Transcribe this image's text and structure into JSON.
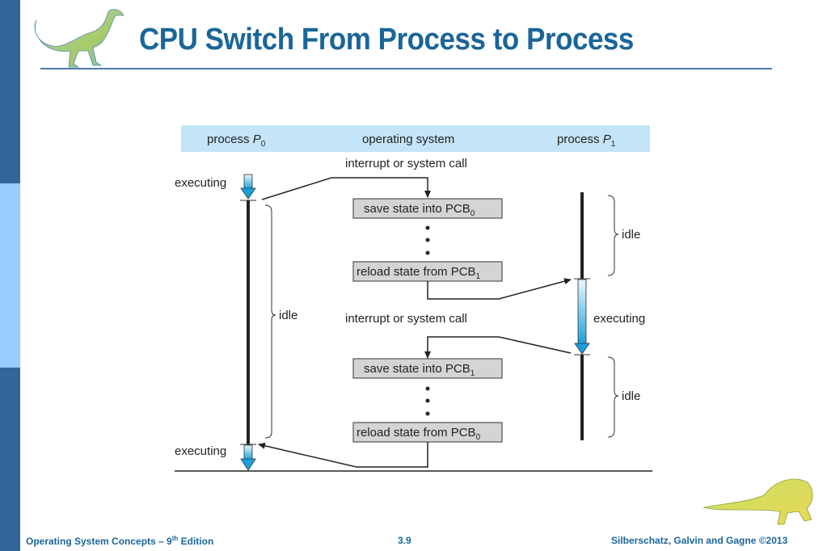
{
  "slide": {
    "title": "CPU Switch From Process to Process",
    "footer_left": "Operating System Concepts – 9",
    "footer_left_sup": "th",
    "footer_left_tail": " Edition",
    "page_number": "3.9",
    "footer_right": "Silberschatz, Galvin and Gagne ©2013",
    "theme": {
      "title_color": "#1a6699",
      "sidebar_dark": "#336699",
      "sidebar_light": "#99ccff",
      "header_band": "#c4e4f8"
    }
  },
  "diagram": {
    "columns": {
      "p0": {
        "label": "process ",
        "var": "P",
        "sub": "0"
      },
      "os": {
        "label": "operating system"
      },
      "p1": {
        "label": "process ",
        "var": "P",
        "sub": "1"
      }
    },
    "events": {
      "interrupt_1": "interrupt or system call",
      "interrupt_2": "interrupt or system call"
    },
    "boxes": [
      {
        "text": "save state into PCB",
        "sub": "0"
      },
      {
        "text": "reload state from PCB",
        "sub": "1"
      },
      {
        "text": "save state into PCB",
        "sub": "1"
      },
      {
        "text": "reload state from PCB",
        "sub": "0"
      }
    ],
    "states": {
      "p0_exec_top": "executing",
      "p0_idle": "idle",
      "p0_exec_bottom": "executing",
      "p1_idle_top": "idle",
      "p1_exec": "executing",
      "p1_idle_bottom": "idle"
    }
  }
}
